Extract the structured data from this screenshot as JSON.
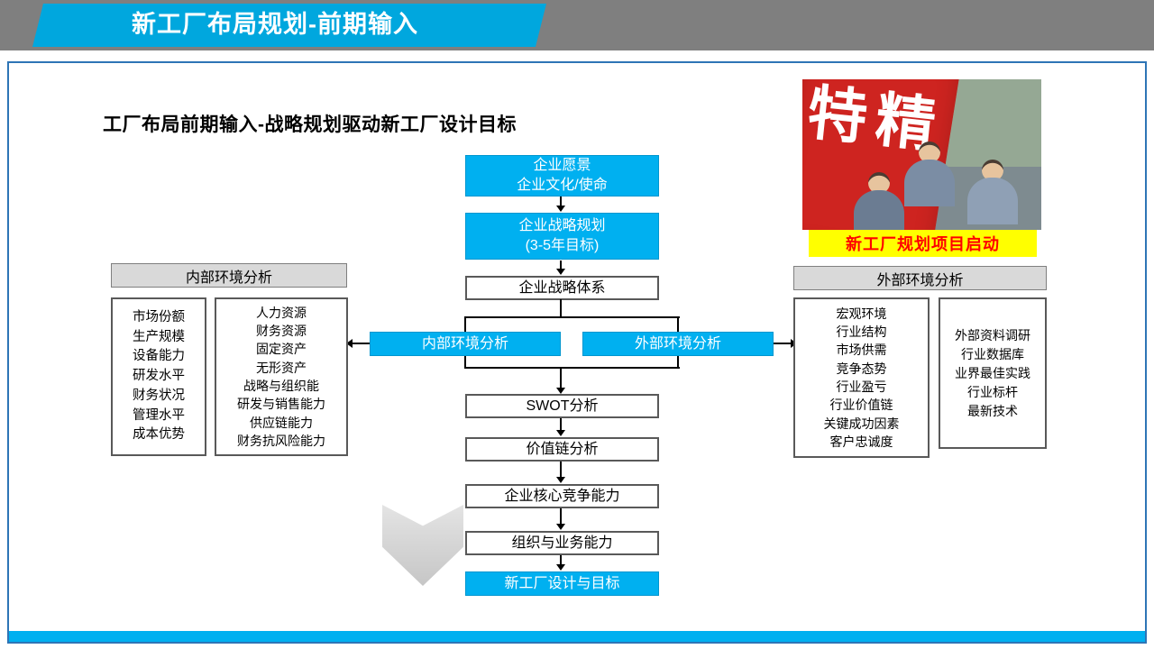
{
  "slide": {
    "title": "新工厂布局规划-前期输入",
    "heading": "工厂布局前期输入-战略规划驱动新工厂设计目标"
  },
  "flow": {
    "vision": {
      "line1": "企业愿景",
      "line2": "企业文化/使命"
    },
    "strategy": {
      "line1": "企业战略规划",
      "line2": "(3-5年目标)"
    },
    "system": "企业战略体系",
    "internal_branch": "内部环境分析",
    "external_branch": "外部环境分析",
    "swot": "SWOT分析",
    "value_chain": "价值链分析",
    "core_competence": "企业核心竞争能力",
    "org_capability": "组织与业务能力",
    "target": "新工厂设计与目标"
  },
  "internal_panel": {
    "header": "内部环境分析",
    "col1": [
      "市场份额",
      "生产规模",
      "设备能力",
      "研发水平",
      "财务状况",
      "管理水平",
      "成本优势"
    ],
    "col2": [
      "人力资源",
      "财务资源",
      "固定资产",
      "无形资产",
      "战略与组织能",
      "研发与销售能力",
      "供应链能力",
      "财务抗风险能力"
    ]
  },
  "external_panel": {
    "header": "外部环境分析",
    "col1": [
      "宏观环境",
      "行业结构",
      "市场供需",
      "竞争态势",
      "行业盈亏",
      "行业价值链",
      "关键成功因素",
      "客户忠诚度"
    ],
    "col2": [
      "外部资料调研",
      "行业数据库",
      "业界最佳实践",
      "行业标杆",
      "最新技术"
    ]
  },
  "photo": {
    "banner_text": "特精",
    "caption": "新工厂规划项目启动"
  },
  "colors": {
    "accent_blue": "#00b0f0",
    "header_gray": "#7f7f7f",
    "panel_gray": "#d9d9d9",
    "caption_yellow": "#ffff00",
    "caption_text_red": "#ff0000",
    "frame_blue": "#2e75b6",
    "banner_red": "#ce2420"
  }
}
